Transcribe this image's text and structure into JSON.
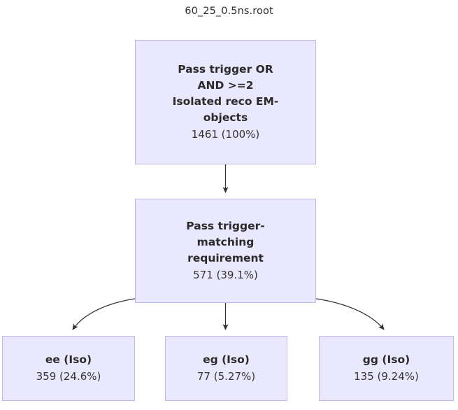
{
  "diagram": {
    "title": "60_25_0.5ns.root",
    "type": "flowchart",
    "colors": {
      "node_fill": "#e9e8fd",
      "node_border": "#c3b5e8",
      "title_text": "#2b2b2b",
      "count_text": "#343434",
      "edge": "#333333",
      "background": "#ffffff"
    },
    "nodes": [
      {
        "id": "root",
        "label": "Pass trigger OR\nAND >=2\nIsolated reco EM-\nobjects",
        "count": "1461 (100%)"
      },
      {
        "id": "match",
        "label": "Pass trigger-\nmatching\nrequirement",
        "count": "571 (39.1%)"
      },
      {
        "id": "ee",
        "label": "ee (Iso)",
        "count": "359 (24.6%)"
      },
      {
        "id": "eg",
        "label": "eg (Iso)",
        "count": "77 (5.27%)"
      },
      {
        "id": "gg",
        "label": "gg (Iso)",
        "count": "135 (9.24%)"
      }
    ],
    "edges": [
      {
        "from": "root",
        "to": "ee_parent",
        "style": "straight-arrow"
      },
      {
        "from": "match",
        "to": "ee",
        "style": "curved-arrow"
      },
      {
        "from": "match",
        "to": "eg",
        "style": "straight-arrow"
      },
      {
        "from": "match",
        "to": "gg",
        "style": "curved-arrow"
      }
    ]
  }
}
